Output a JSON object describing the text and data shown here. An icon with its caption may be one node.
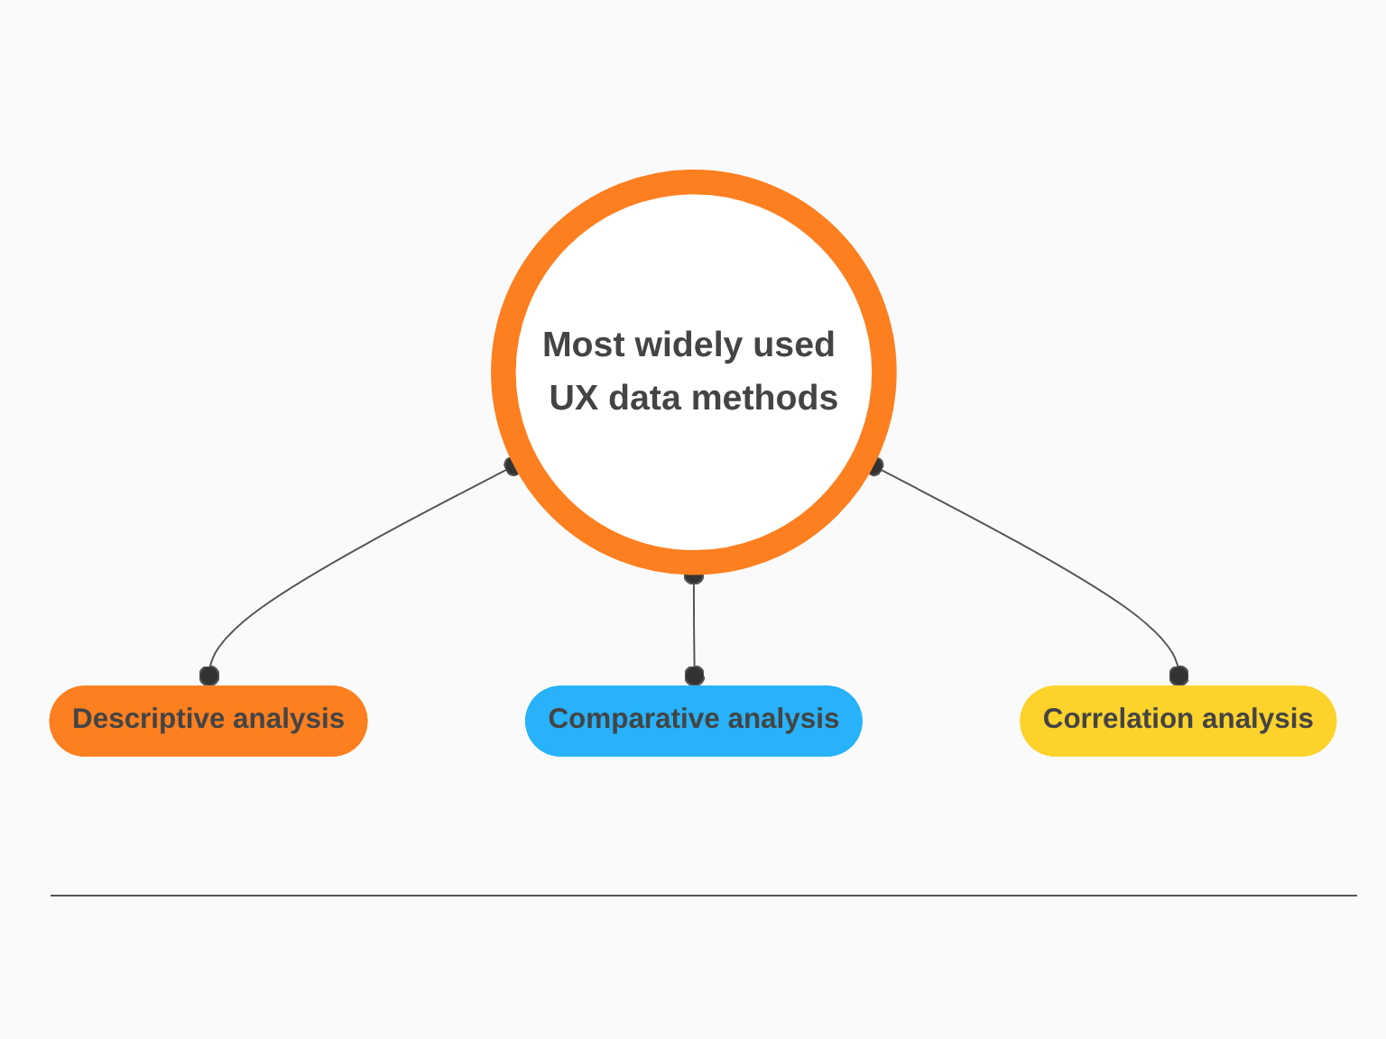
{
  "diagram": {
    "nodes": [
      {
        "text": [
          "Most widely used UX data methods"
        ]
      },
      {
        "text": [
          "Descriptive analysis"
        ]
      },
      {
        "text": [
          "Comparative analysis"
        ]
      },
      {
        "text": [
          "Correlation analysis"
        ]
      }
    ],
    "edges": [
      {
        "from": 0,
        "to": 1,
        "arrow": "other"
      },
      {
        "from": 0,
        "to": 2,
        "arrow": "other"
      },
      {
        "from": 0,
        "to": 3,
        "arrow": "other"
      }
    ]
  }
}
